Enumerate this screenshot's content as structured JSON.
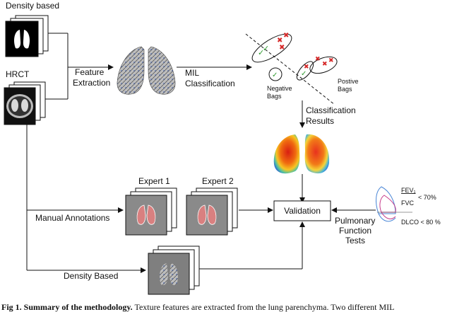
{
  "labels": {
    "density_based_top": "Density based",
    "hrct": "HRCT",
    "feature_extraction_1": "Feature",
    "feature_extraction_2": "Extraction",
    "mil_1": "MIL",
    "mil_2": "Classification",
    "negative_bags_1": "Negative",
    "negative_bags_2": "Bags",
    "positive_bags_1": "Postive",
    "positive_bags_2": "Bags",
    "classification_results_1": "Classification",
    "classification_results_2": "Results",
    "expert_1": "Expert 1",
    "expert_2": "Expert 2",
    "manual_annotations": "Manual Annotations",
    "validation": "Validation",
    "pulmonary_1": "Pulmonary",
    "pulmonary_2": "Function",
    "pulmonary_3": "Tests",
    "density_based_bottom": "Density Based",
    "fev_label": "FEV₁",
    "fvc_label": "FVC",
    "fev_threshold": "< 70%",
    "dlco": "DLCO < 80 %"
  },
  "caption": {
    "bold": "Fig 1. Summary of the methodology.",
    "text": " Texture features are extracted from the lung parenchyma. Two different MIL"
  },
  "colors": {
    "line": "#111111",
    "slice_gray": "#888888",
    "lung_pink": "#d98080",
    "bag_green": "#2e9a2e",
    "bag_red": "#d62828",
    "heat_red": "#e8321e",
    "heat_blue": "#2a5fd6"
  }
}
